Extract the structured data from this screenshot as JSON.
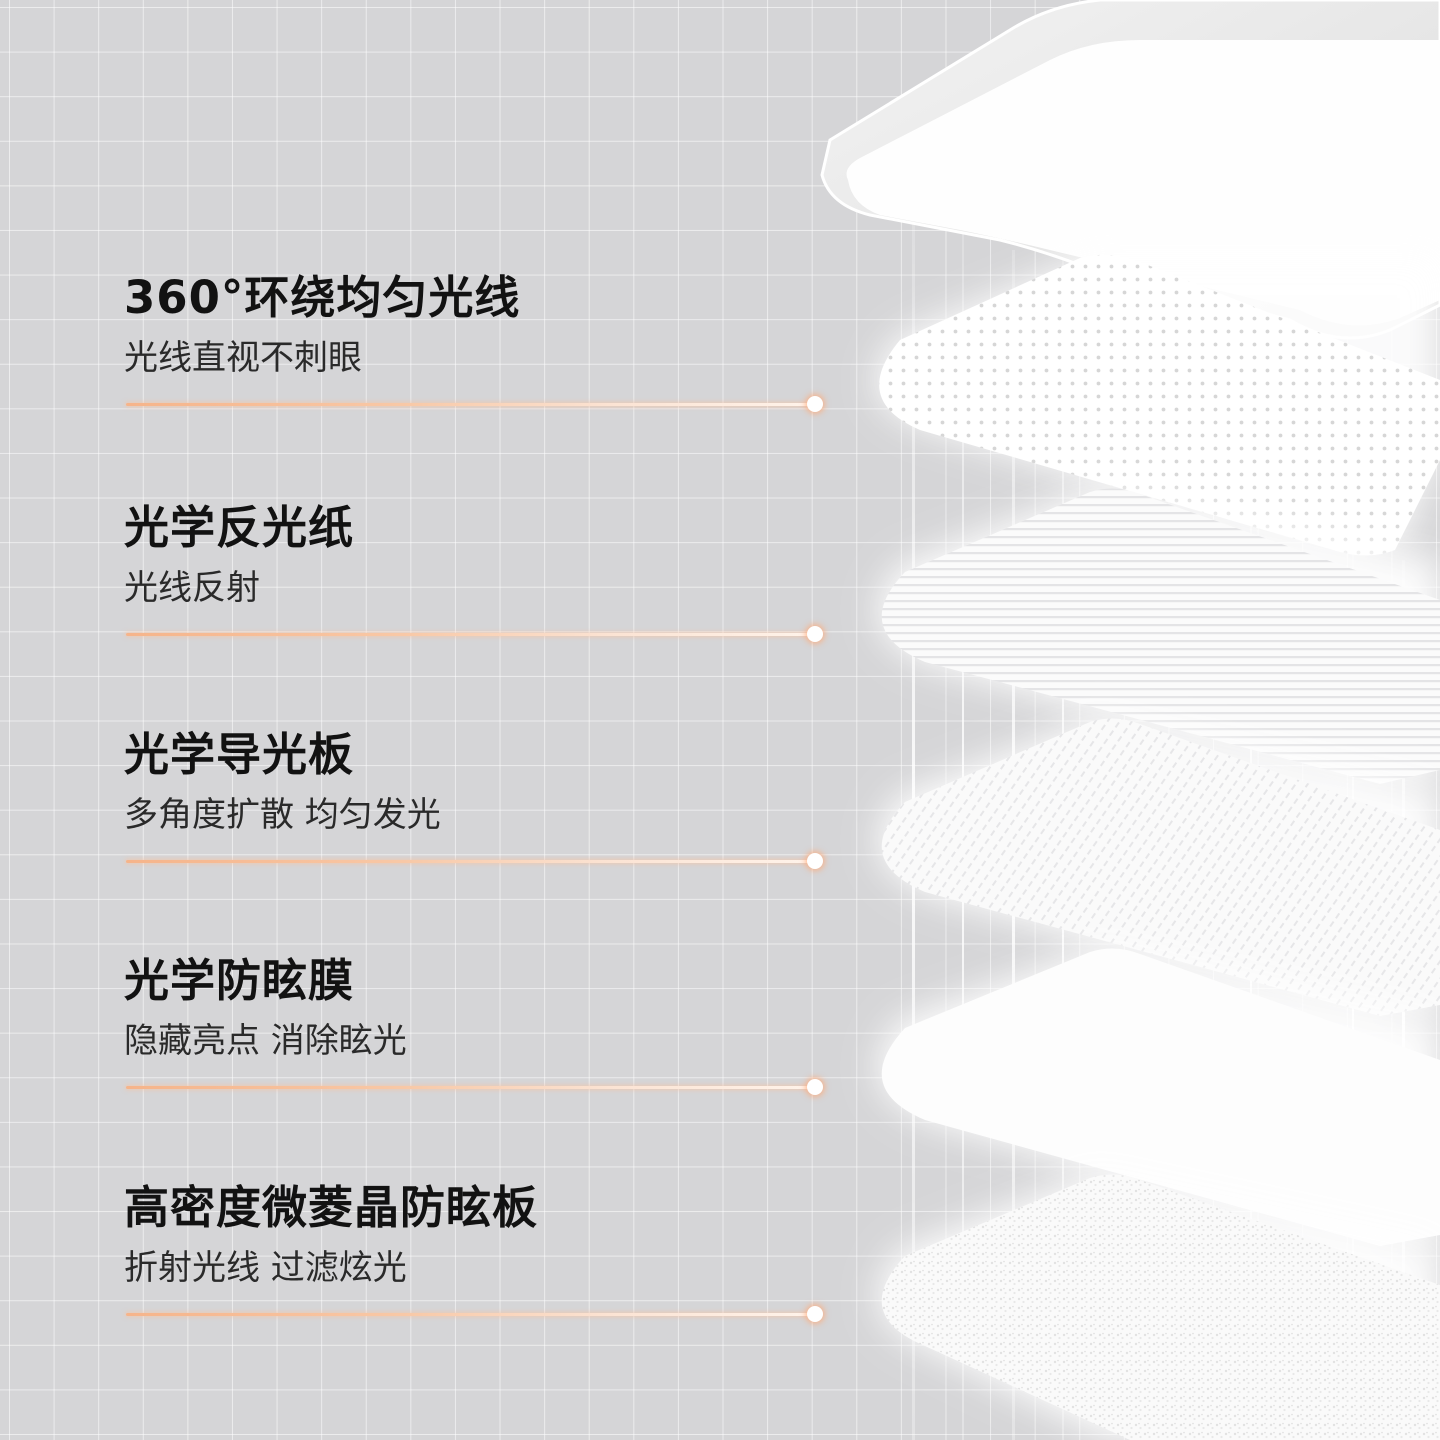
{
  "features": [
    {
      "title": "360°环绕均匀光线",
      "subtitle": "光线直视不刺眼"
    },
    {
      "title": "光学反光纸",
      "subtitle": "光线反射"
    },
    {
      "title": "光学导光板",
      "subtitle": "多角度扩散 均匀发光"
    },
    {
      "title": "光学防眩膜",
      "subtitle": "隐藏亮点 消除眩光"
    },
    {
      "title": "高密度微菱晶防眩板",
      "subtitle": "折射光线 过滤炫光"
    }
  ],
  "colors": {
    "background": "#d5d5d7",
    "grid": "#ffffff",
    "title_text": "#121212",
    "subtitle_text": "#2a2a2a",
    "accent_line": "#f6b48a"
  }
}
